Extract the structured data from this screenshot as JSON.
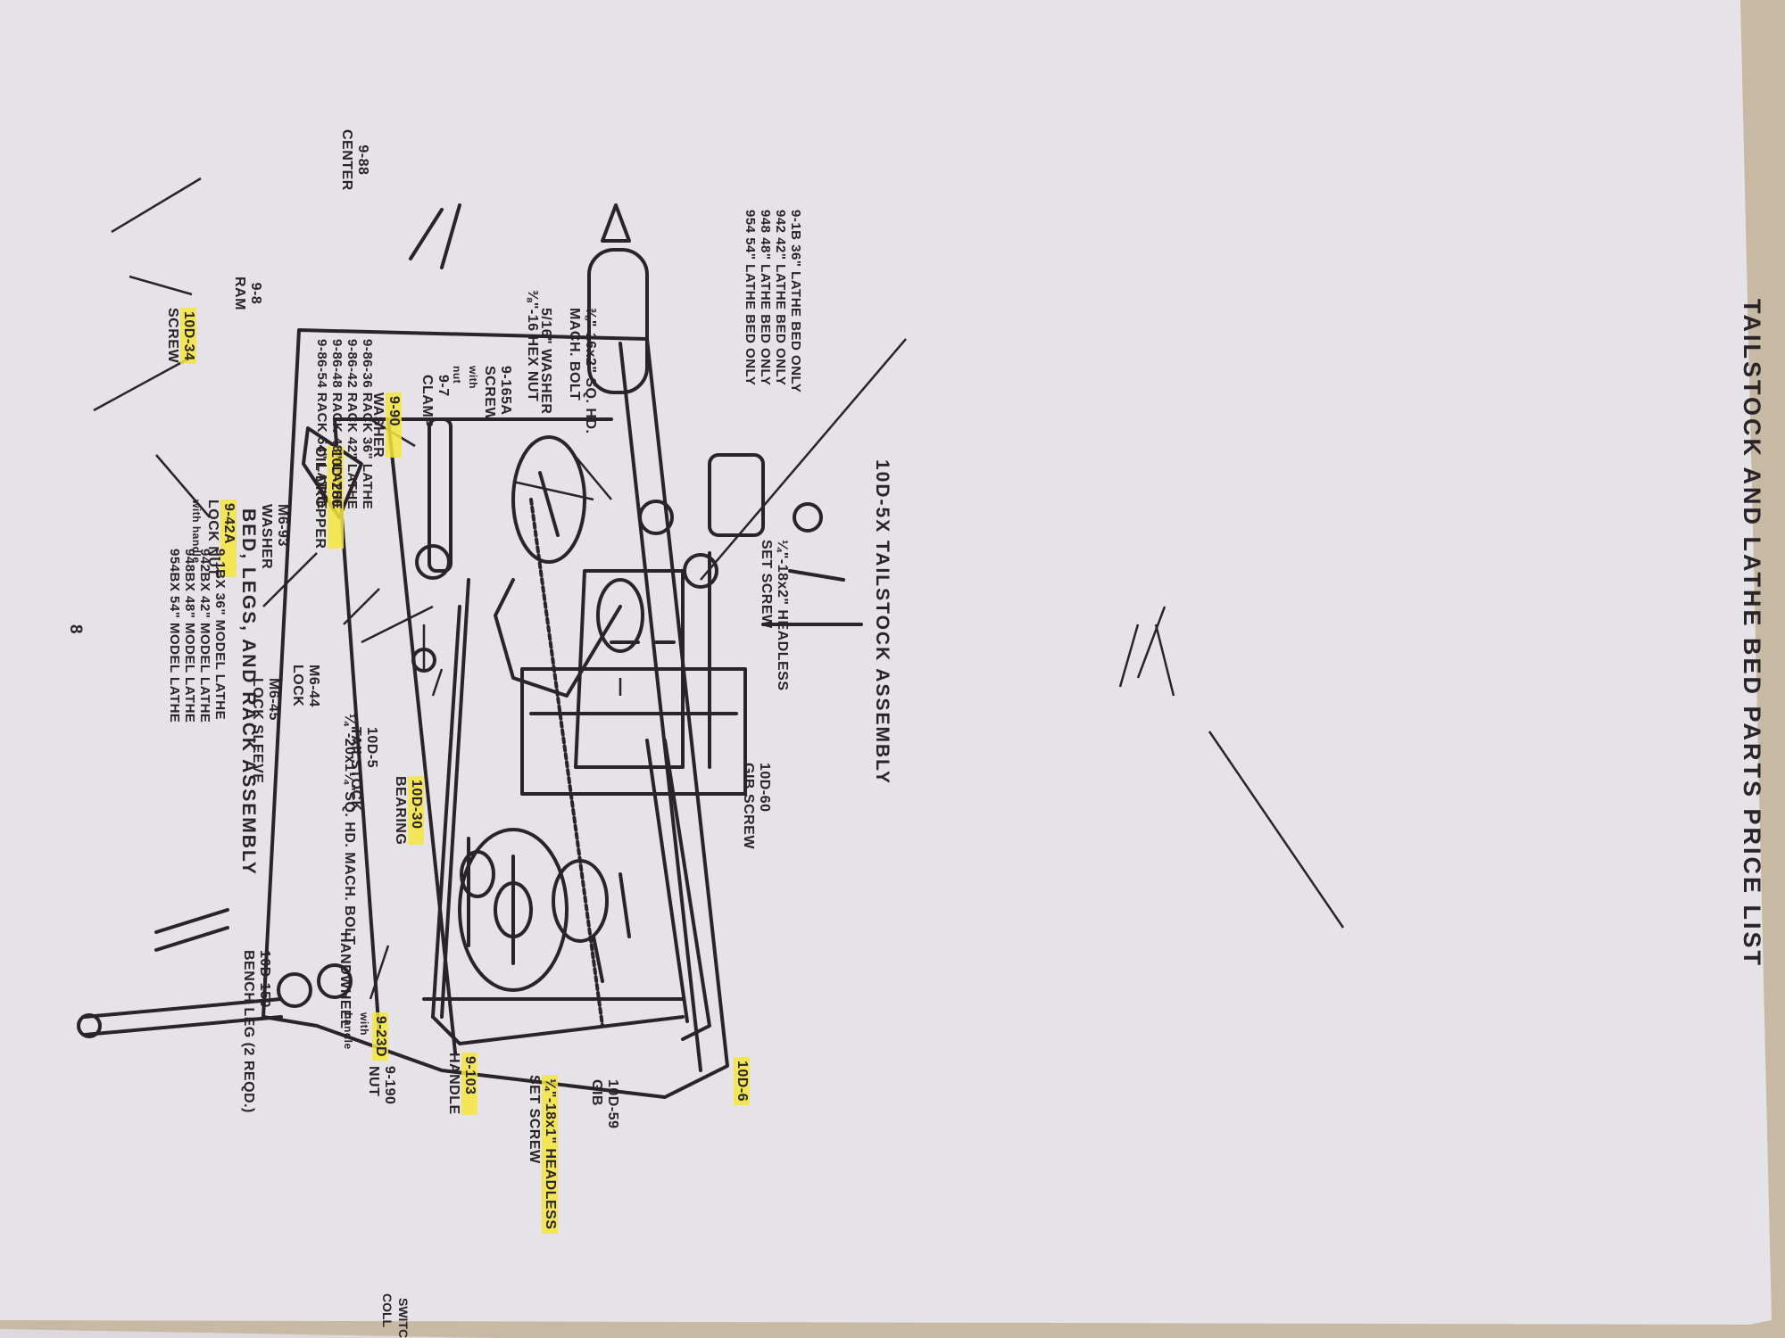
{
  "page": {
    "title": "TAILSTOCK AND LATHE BED PARTS PRICE LIST",
    "page_number": "8"
  },
  "tailstock": {
    "title": "10D-5X TAILSTOCK ASSEMBLY",
    "parts": {
      "center": {
        "num": "9-88",
        "name": "CENTER"
      },
      "ram": {
        "num": "9-8",
        "name": "RAM"
      },
      "screw": {
        "num": "10D-34",
        "name": "SCREW"
      },
      "lock_nut": {
        "num": "9-42A",
        "name": "LOCK NUT",
        "note": "with handle"
      },
      "washer_m6": {
        "num": "M6-93",
        "name": "WASHER"
      },
      "oil_dropper": {
        "num": "10D-260",
        "name": "OIL DROPPER"
      },
      "washer_990": {
        "num": "9-90",
        "name": "WASHER"
      },
      "screw_nut": {
        "num": "9-165A",
        "name": "SCREW",
        "note1": "with",
        "note2": "nut"
      },
      "hex_nut": {
        "text": "⅜\"-16 HEX NUT"
      },
      "washer_516": {
        "text": "5/16\" WASHER"
      },
      "mach_bolt": {
        "line1": "⅜\"-16x2\" SQ. HD.",
        "line2": "MACH. BOLT"
      },
      "clamp": {
        "num": "9-7",
        "name": "CLAMP"
      },
      "headless_set": {
        "line1": "¼\"-18x2\" HEADLESS",
        "line2": "SET SCREW"
      },
      "lock_sleeve": {
        "num": "M6-45",
        "name": "LOCK SLEEVE"
      },
      "lock": {
        "num": "M6-44",
        "name": "LOCK"
      },
      "sq_bolt": {
        "text": "¼\"-20x1¼\"SQ. HD. MACH. BOLT"
      },
      "tailstock": {
        "num": "10D-5",
        "name": "TAILSTOCK"
      },
      "bearing": {
        "num": "10D-30",
        "name": "BEARING"
      },
      "gib_screw": {
        "num": "10D-60",
        "name": "GIB SCREW"
      },
      "handwheel": {
        "num": "9-23D",
        "name": "HANDWHEEL",
        "note1": "with",
        "note2": "handle"
      },
      "nut": {
        "num": "9-190",
        "name": "NUT"
      },
      "handle": {
        "num": "9-103",
        "name": "HANDLE"
      },
      "headless_set2": {
        "line1": "¼\"-18x1\" HEADLESS",
        "line2": "SET SCREW"
      },
      "gib": {
        "num": "10D-59",
        "name": "GIB"
      },
      "part_10d6": {
        "num": "10D-6"
      }
    }
  },
  "bed": {
    "bed_only": [
      "9-1B 36\" LATHE BED ONLY",
      "942 42\" LATHE BED ONLY",
      "948 48\" LATHE BED ONLY",
      "954 54\" LATHE BED ONLY"
    ],
    "racks": [
      "9-86-36   RACK  36\" LATHE",
      "9-86-42   RACK  42\" LATHE",
      "9-86-48   RACK  48\" LATHE",
      "9-86-54   RACK  54\" LATHE"
    ],
    "assembly_title": "BED, LEGS, AND RACK ASSEMBLY",
    "assemblies": [
      "9-1BX   36\" MODEL LATHE",
      "942BX   42\" MODEL LATHE",
      "948BX   48\" MODEL LATHE",
      "954BX   54\" MODEL LATHE"
    ],
    "bench_leg": {
      "num": "10D-150",
      "name": "BENCH LEG (2 REQD.)"
    }
  },
  "next_page_fragments": {
    "a": "SWITC",
    "b": "COLL"
  },
  "colors": {
    "paper": "#e4e2e6",
    "ink": "#2a2328",
    "highlight": "#f6e63c",
    "background": "#c8b9a4"
  }
}
